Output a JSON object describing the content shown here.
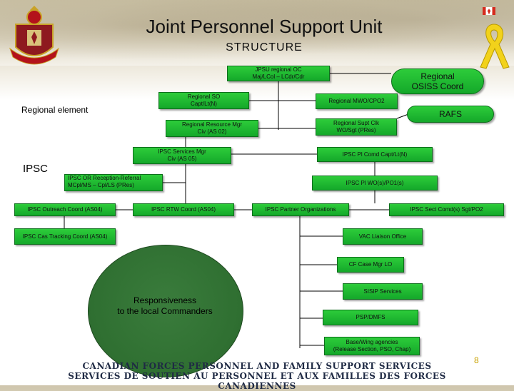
{
  "header": {
    "title": "Joint Personnel Support Unit",
    "subtitle": "STRUCTURE"
  },
  "labels": {
    "regional_element": "Regional element",
    "ipsc": "IPSC"
  },
  "regional": {
    "jpsu_co": [
      "JPSU regional OC",
      "Maj/LCol – LCdr/Cdr"
    ],
    "osiss": [
      "Regional",
      "OSISS Coord"
    ],
    "so": [
      "Regional SO",
      "Capt/Lt(N)"
    ],
    "mwo": "Regional MWO/CPO2",
    "rafs": "RAFS",
    "resource_mgr": [
      "Regional Resource Mgr",
      "Civ (AS 02)"
    ],
    "supt_clk": [
      "Regional Supt Clk",
      "WO/Sgt (PRes)"
    ]
  },
  "ipsc_units": {
    "services_mgr": [
      "IPSC Services  Mgr",
      "Civ (AS 05)"
    ],
    "pl_comd": "IPSC Pl Comd Capt/Lt(N)",
    "or_referral": [
      "IPSC OR Reception-Referral",
      "MCpl/MS – Cpl/LS (PRes)"
    ],
    "pl_wo": "IPSC Pl WO(s)/PO1(s)",
    "outreach": "IPSC Outreach Coord (AS04)",
    "rtw": "IPSC RTW Coord (AS04)",
    "partner": "IPSC Partner Organizations",
    "sect_comd": "IPSC Sect Comd(s) Sgt/PO2",
    "cas_tracking": "IPSC Cas Tracking Coord (AS04)"
  },
  "partners": {
    "vac": "VAC Liaison Office",
    "cf_case": "CF Case Mgr LO",
    "sisip": "SISIP Services",
    "psp": "PSP/DMFS",
    "base": [
      "Base/Wing agencies",
      "(Release Section, PSO, Chap)"
    ]
  },
  "circle": [
    "Responsiveness",
    "to the local Commanders"
  ],
  "footer": {
    "line1": "CANADIAN FORCES PERSONNEL AND FAMILY SUPPORT SERVICES",
    "line2": "SERVICES DE SOUTIEN AU PERSONNEL ET AUX FAMILLES DES FORCES CANADIENNES",
    "page": "8"
  },
  "colors": {
    "box_green": "#1fb832",
    "circle_green": "#2f6f31",
    "footer_navy": "#1f2a44",
    "page_gold": "#c9a200"
  },
  "icons": [
    "unit-crest-icon",
    "canada-flag-icon",
    "yellow-ribbon-icon"
  ]
}
